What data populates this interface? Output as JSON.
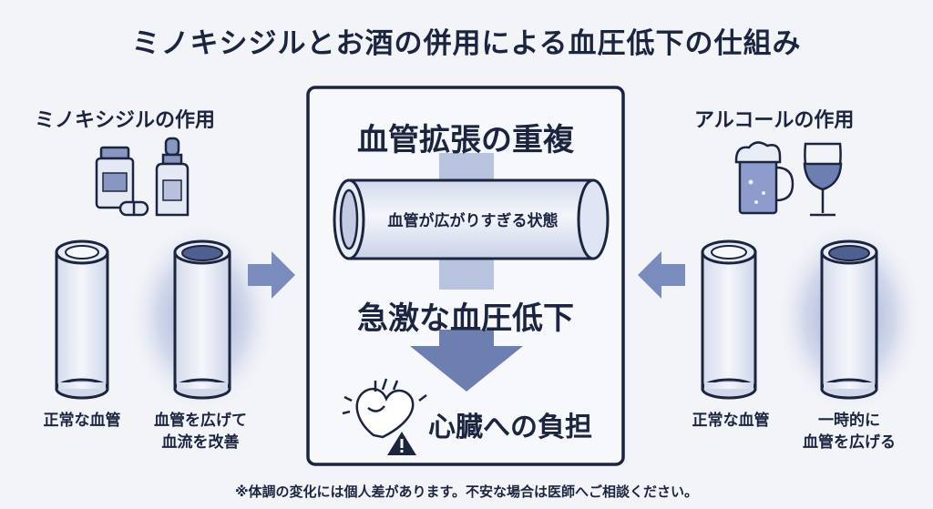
{
  "title": "ミノキシジルとお酒の併用による血圧低下の仕組み",
  "left": {
    "heading": "ミノキシジルの作用",
    "caption_normal": "正常な血管",
    "caption_dilated": "血管を広げて\n血流を改善"
  },
  "right": {
    "heading": "アルコールの作用",
    "caption_normal": "正常な血管",
    "caption_dilated": "一時的に\n血管を広げる"
  },
  "center": {
    "heading": "血管拡張の重複",
    "tube_label": "血管が広がりすぎる状態",
    "effect": "急激な血圧低下",
    "result": "心臓への負担"
  },
  "note": "※体調の変化には個人差があります。不安な場合は医師へご相談ください。",
  "icons": [
    "medicine-bottle-icon",
    "capsule-icon",
    "dropper-bottle-icon",
    "beer-mug-icon",
    "wine-glass-icon",
    "heart-icon",
    "warning-icon"
  ],
  "colors": {
    "navy": "#1b2540",
    "arrow": "#6d7fb0",
    "tube_fill": "#e4e9f4",
    "background": "#f2f4f8"
  }
}
